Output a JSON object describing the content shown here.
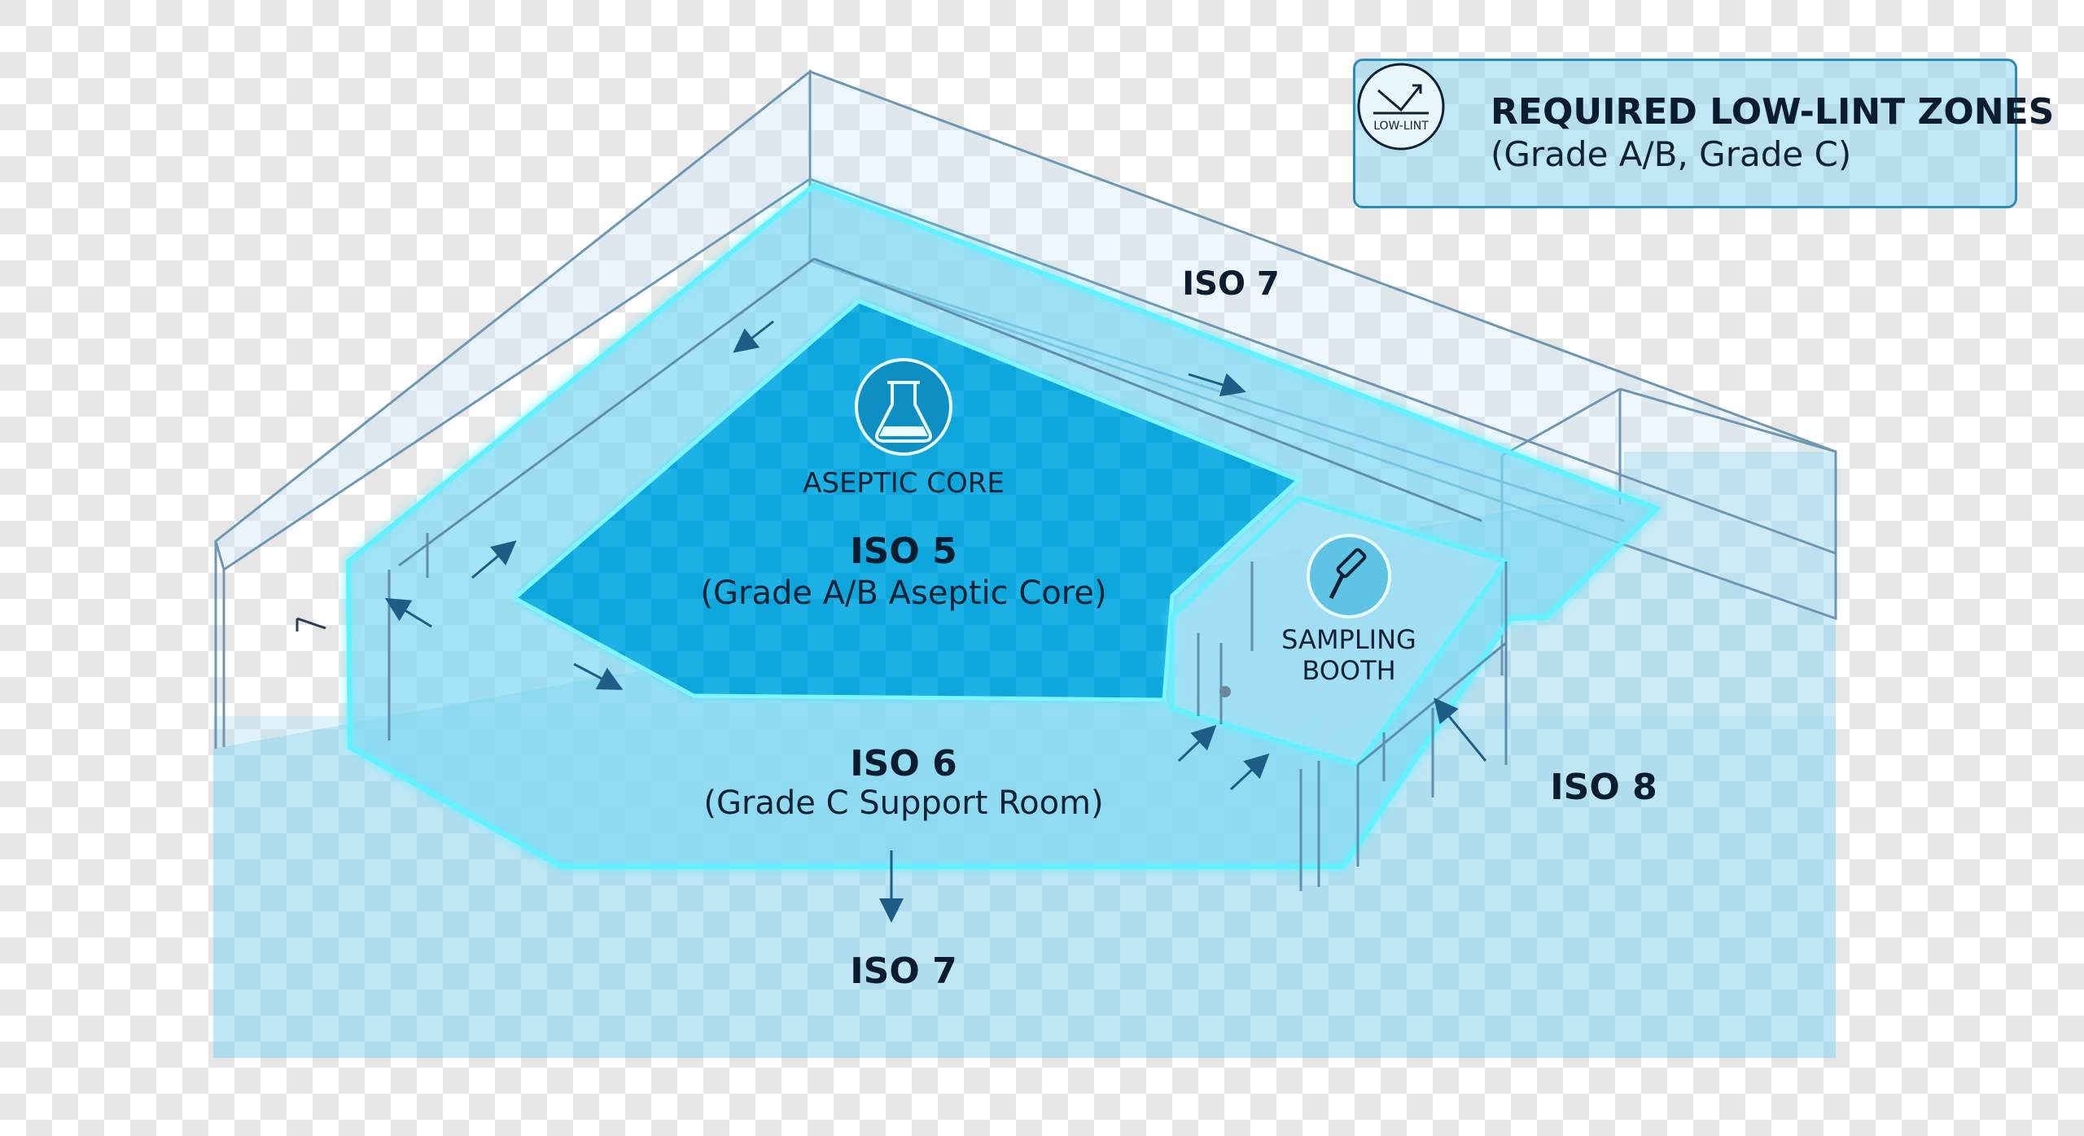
{
  "legend": {
    "title": "REQUIRED LOW-LINT ZONES",
    "subtitle": "(Grade A/B, Grade C)",
    "icon_label": "LOW-LINT",
    "icon": "low-lint-arrow-icon"
  },
  "zones": {
    "iso7_top": {
      "title": "ISO 7"
    },
    "aseptic_core": {
      "badge": "ASEPTIC CORE",
      "icon": "flask-icon",
      "title": "ISO 5",
      "subtitle": "(Grade A/B Aseptic Core)"
    },
    "support_room": {
      "title": "ISO 6",
      "subtitle": "(Grade C Support Room)"
    },
    "sampling_booth": {
      "line1": "SAMPLING",
      "line2": "BOOTH",
      "icon": "paint-roller-icon"
    },
    "iso8": {
      "title": "ISO 8"
    },
    "iso7_bottom": {
      "title": "ISO 7"
    }
  },
  "colors": {
    "core_fill": "#12b0e8",
    "glow": "#5ef2ff",
    "outer_zone": "#b8e2f2",
    "wall_line": "#6d97b3",
    "text_dark": "#0a1c2e"
  }
}
